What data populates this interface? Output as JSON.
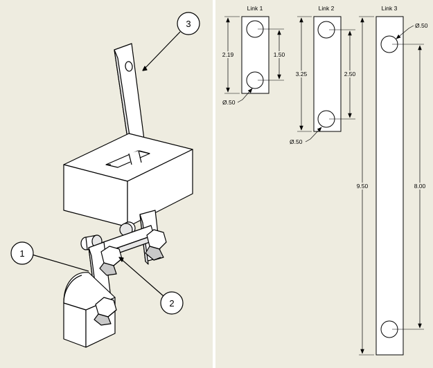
{
  "colors": {
    "background": "#eeece0",
    "divider": "#ffffff",
    "line": "#000000",
    "part_face": "#ffffff",
    "fill_light": "#ffffff",
    "fill_mid": "#e6e6e6",
    "fill_dark": "#c8c8c8"
  },
  "isometric_view": {
    "balloons": [
      "1",
      "2",
      "3"
    ]
  },
  "drawings": {
    "link1": {
      "title": "Link 1",
      "dims": {
        "overall": "2.19",
        "centers": "1.50",
        "hole": "Ø.50"
      }
    },
    "link2": {
      "title": "Link 2",
      "dims": {
        "overall": "3.25",
        "centers": "2.50",
        "hole": "Ø.50"
      }
    },
    "link3": {
      "title": "Link 3",
      "dims": {
        "overall": "9.50",
        "centers": "8.00",
        "hole": "Ø.50"
      }
    }
  }
}
